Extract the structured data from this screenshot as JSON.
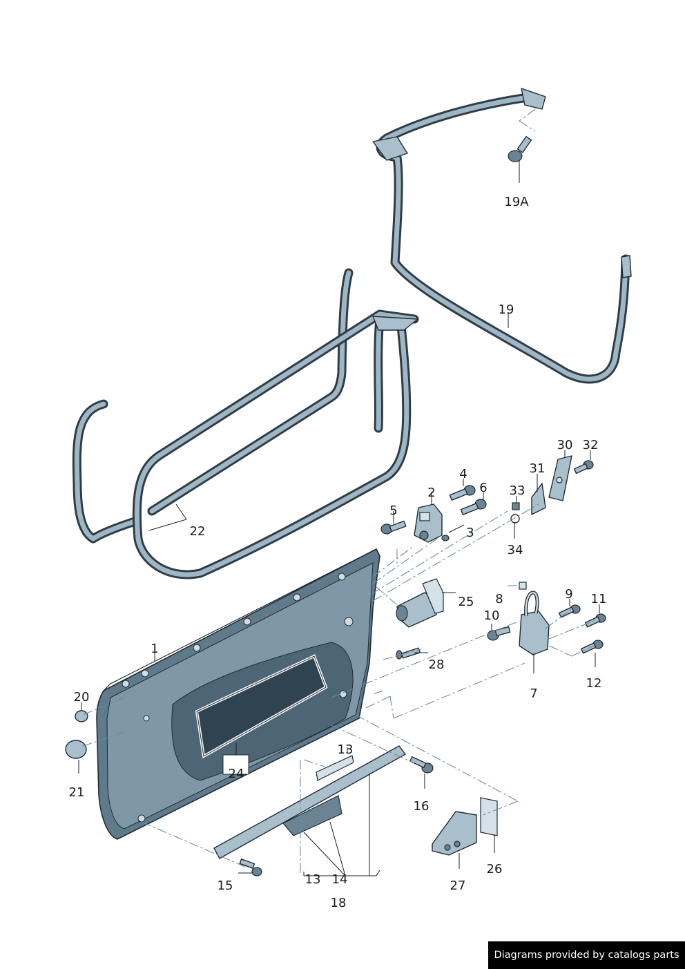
{
  "callouts": {
    "c1": "1",
    "c2": "2",
    "c3": "3",
    "c4": "4",
    "c5": "5",
    "c6": "6",
    "c7": "7",
    "c8": "8",
    "c9": "9",
    "c10": "10",
    "c11": "11",
    "c12": "12",
    "c13a": "13",
    "c13b": "13",
    "c14": "14",
    "c15": "15",
    "c16": "16",
    "c18": "18",
    "c19": "19",
    "c19a": "19A",
    "c20": "20",
    "c21": "21",
    "c22": "22",
    "c24": "24",
    "c25": "25",
    "c26": "26",
    "c27": "27",
    "c28": "28",
    "c30": "30",
    "c31": "31",
    "c32": "32",
    "c33": "33",
    "c34": "34"
  },
  "credit": "Diagrams provided by catalogs parts",
  "colors": {
    "door_panel": "#5f7a8b",
    "door_panel_light": "#a9bfcc",
    "seal_outline": "#2e3c46",
    "seal_fill": "#9fb7c5",
    "dash_line": "#6f8aa0",
    "label_text": "#1b1b1b"
  }
}
